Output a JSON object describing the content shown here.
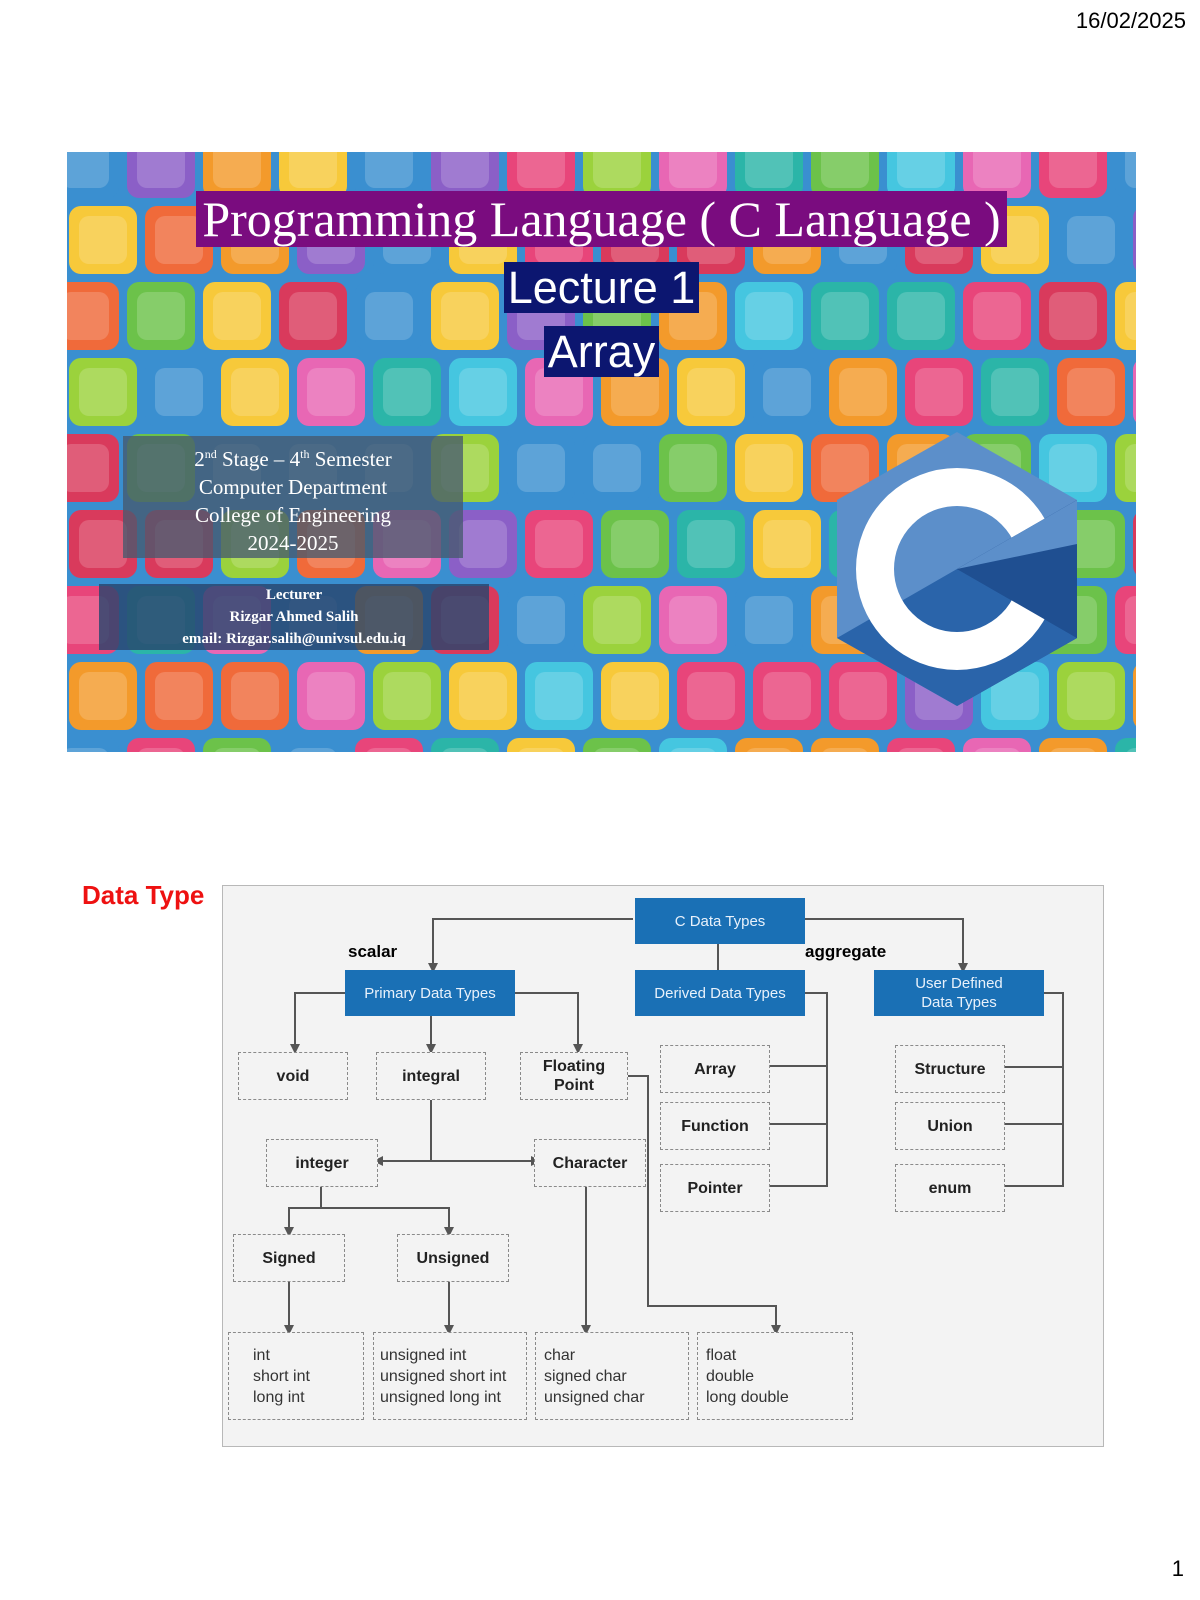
{
  "header": {
    "date": "16/02/2025"
  },
  "footer": {
    "page_number": "1"
  },
  "slide1": {
    "title": "Programming Language ( C Language )",
    "lecture": "Lecture 1",
    "topic": "Array",
    "info": {
      "stage_num": "2",
      "stage_sup": "nd",
      "stage_text": " Stage – ",
      "semester_num": "4",
      "semester_sup": "th",
      "semester_text": "  Semester",
      "department": "Computer Department",
      "college": "College of Engineering",
      "year": "2024-2025"
    },
    "lecturer": {
      "label": "Lecturer",
      "name": "Rizgar Ahmed Salih",
      "email": "email: Rizgar.salih@univsul.edu.iq"
    },
    "logo_icon": "c-language-logo"
  },
  "slide2": {
    "heading": "Data Type",
    "labels": {
      "scalar": "scalar",
      "aggregate": "aggregate"
    },
    "nodes": {
      "root": "C Data Types",
      "primary": "Primary Data Types",
      "derived": "Derived Data Types",
      "user_line1": "User Defined",
      "user_line2": "Data Types"
    },
    "boxes": {
      "void": "void",
      "integral": "integral",
      "floating_line1": "Floating",
      "floating_line2": "Point",
      "integer": "integer",
      "character": "Character",
      "signed": "Signed",
      "unsigned": "Unsigned",
      "array": "Array",
      "function": "Function",
      "pointer": "Pointer",
      "structure": "Structure",
      "union": "Union",
      "enum": "enum"
    },
    "lists": {
      "signed_types": [
        "int",
        "short int",
        "long int"
      ],
      "unsigned_types": [
        "unsigned int",
        "unsigned short int",
        "unsigned long int"
      ],
      "char_types": [
        "char",
        "signed char",
        "unsigned char"
      ],
      "float_types": [
        "float",
        "double",
        "long double"
      ]
    },
    "colors": {
      "node_blue": "#1a70b5",
      "heading_red": "#ee1111"
    }
  }
}
